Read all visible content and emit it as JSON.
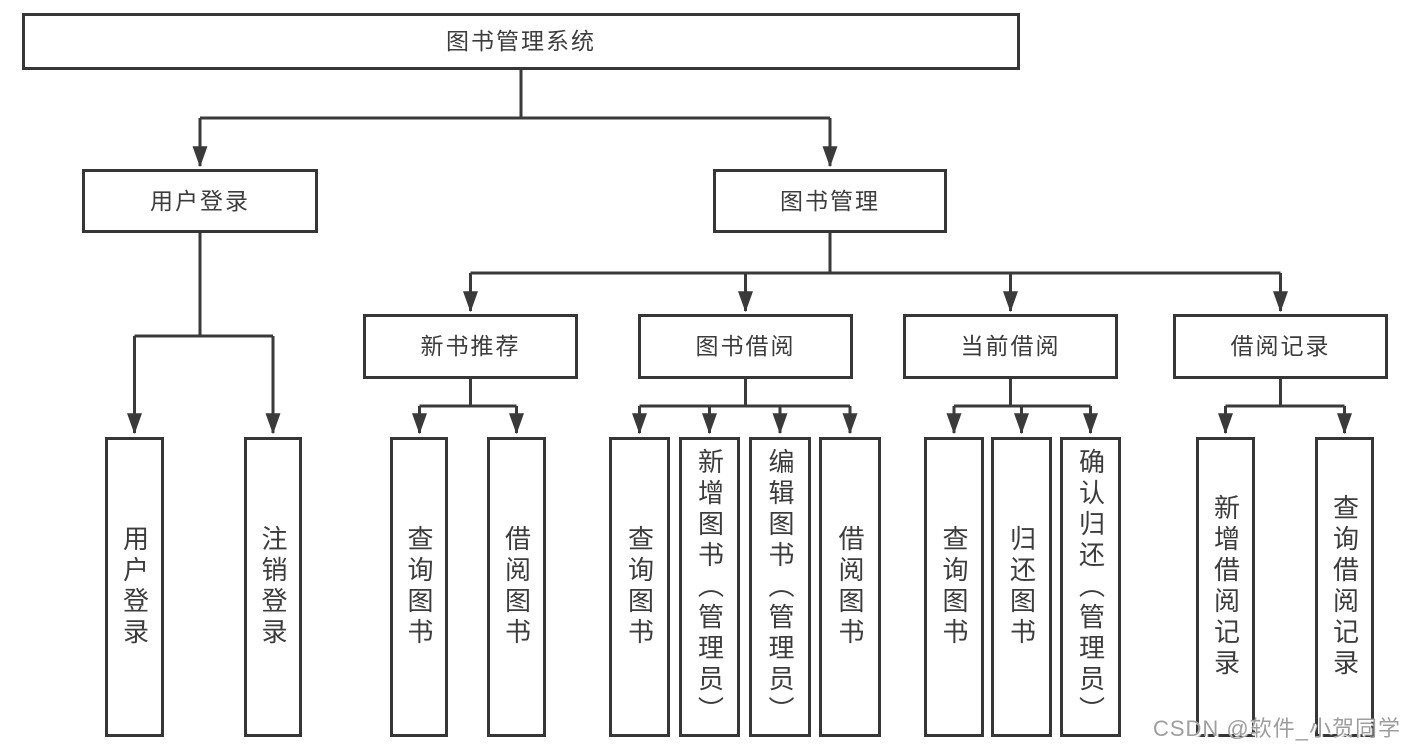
{
  "colors": {
    "line": "#3a3a3a",
    "border": "#363636",
    "text": "#3c3c3c",
    "watermark": "#9e9e9e",
    "background": "#ffffff"
  },
  "tree": {
    "root": {
      "label": "图书管理系统"
    },
    "branches": [
      {
        "label": "用户登录",
        "leaves": [
          {
            "label": "用户登录"
          },
          {
            "label": "注销登录"
          }
        ]
      },
      {
        "label": "图书管理",
        "groups": [
          {
            "label": "新书推荐",
            "leaves": [
              {
                "label": "查询图书"
              },
              {
                "label": "借阅图书"
              }
            ]
          },
          {
            "label": "图书借阅",
            "leaves": [
              {
                "label": "查询图书"
              },
              {
                "label": "新增图书（管理员）"
              },
              {
                "label": "编辑图书（管理员）"
              },
              {
                "label": "借阅图书"
              }
            ]
          },
          {
            "label": "当前借阅",
            "leaves": [
              {
                "label": "查询图书"
              },
              {
                "label": "归还图书"
              },
              {
                "label": "确认归还（管理员）"
              }
            ]
          },
          {
            "label": "借阅记录",
            "leaves": [
              {
                "label": "新增借阅记录"
              },
              {
                "label": "查询借阅记录"
              }
            ]
          }
        ]
      }
    ]
  },
  "watermark": {
    "text": "CSDN @软件_小贺同学"
  }
}
